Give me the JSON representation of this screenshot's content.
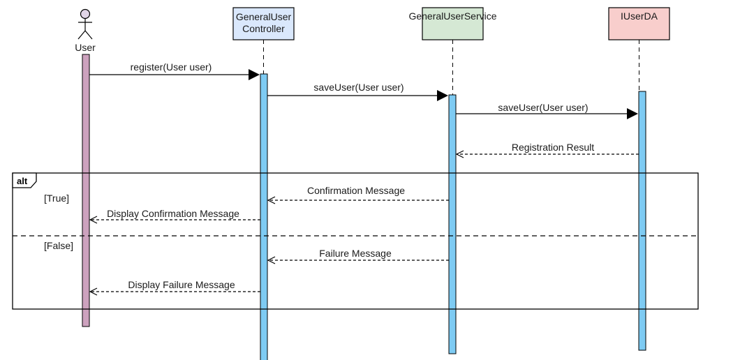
{
  "participants": {
    "user": {
      "label": "User",
      "type": "actor",
      "color": "#e1d5e7"
    },
    "controller": {
      "label_line1": "GeneralUser",
      "label_line2": "Controller",
      "color": "#dae8fc"
    },
    "service": {
      "label": "GeneralUserService",
      "color": "#d5e8d4"
    },
    "dao": {
      "label": "IUserDA",
      "color": "#f8cecc"
    }
  },
  "activation_colors": {
    "user": "#cda2be",
    "other": "#7ecbf3"
  },
  "messages": [
    {
      "label": "register(User user)",
      "kind": "sync"
    },
    {
      "label": "saveUser(User user)",
      "kind": "sync"
    },
    {
      "label": "saveUser(User user)",
      "kind": "sync"
    },
    {
      "label": "Registration Result",
      "kind": "return"
    }
  ],
  "alt_fragment": {
    "label": "alt",
    "sections": [
      {
        "guard": "[True]",
        "messages": [
          {
            "label": "Confirmation Message",
            "kind": "return"
          },
          {
            "label": "Display Confirmation Message",
            "kind": "return"
          }
        ]
      },
      {
        "guard": "[False]",
        "messages": [
          {
            "label": "Failure Message",
            "kind": "return"
          },
          {
            "label": "Display Failure Message",
            "kind": "return"
          }
        ]
      }
    ]
  }
}
